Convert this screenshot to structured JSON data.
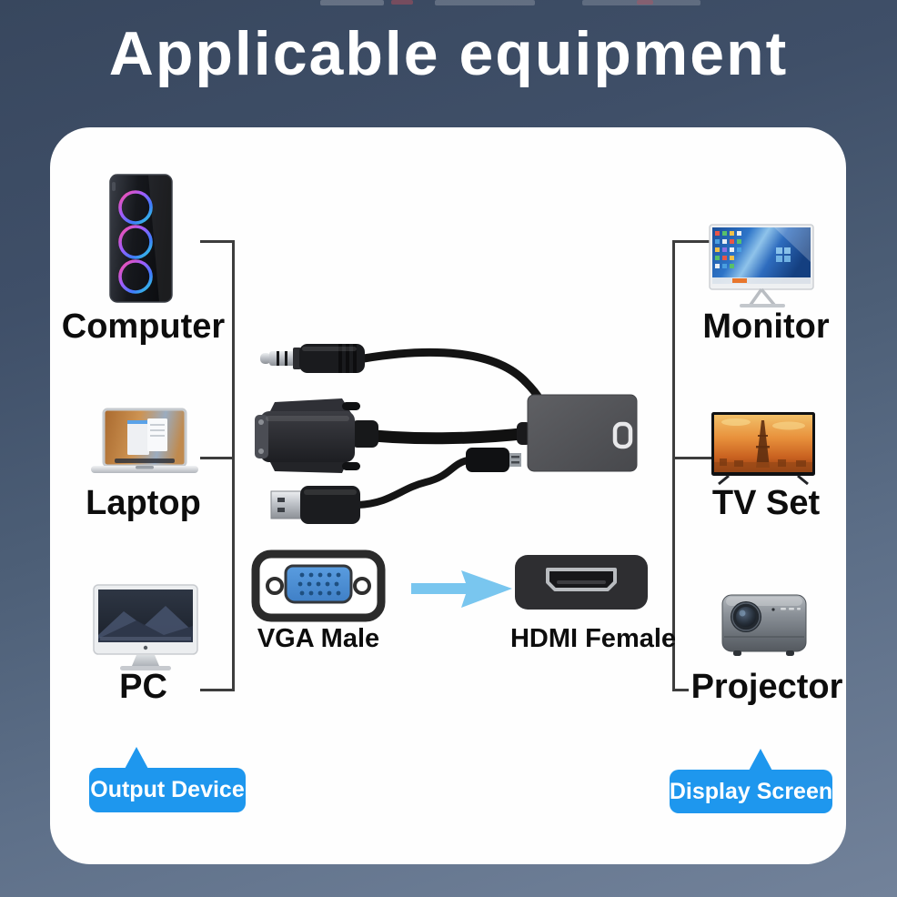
{
  "title": "Applicable equipment",
  "panel": {
    "left": {
      "badge": "Output Device",
      "devices": [
        {
          "label": "Computer",
          "icon": "computer-tower-icon"
        },
        {
          "label": "Laptop",
          "icon": "laptop-icon"
        },
        {
          "label": "PC",
          "icon": "imac-desktop-icon"
        }
      ]
    },
    "right": {
      "badge": "Display Screen",
      "devices": [
        {
          "label": "Monitor",
          "icon": "desktop-monitor-icon"
        },
        {
          "label": "TV Set",
          "icon": "television-icon"
        },
        {
          "label": "Projector",
          "icon": "projector-icon"
        }
      ]
    },
    "center": {
      "adapter_image": "vga-to-hdmi-adapter-cable-with-audio-jack-and-usb",
      "from_connector": "VGA Male",
      "to_connector": "HDMI Female",
      "arrow": "right"
    }
  },
  "colors": {
    "background_top": "#38475e",
    "background_bottom": "#72829a",
    "card": "#fefefe",
    "title_text": "#ffffff",
    "label_text": "#0d0d0d",
    "badge_blue": "#1e97ee",
    "arrow_blue": "#79c6ef",
    "vga_plate_blue": "#4a90d9",
    "bracket_line": "#3d3d3d"
  }
}
